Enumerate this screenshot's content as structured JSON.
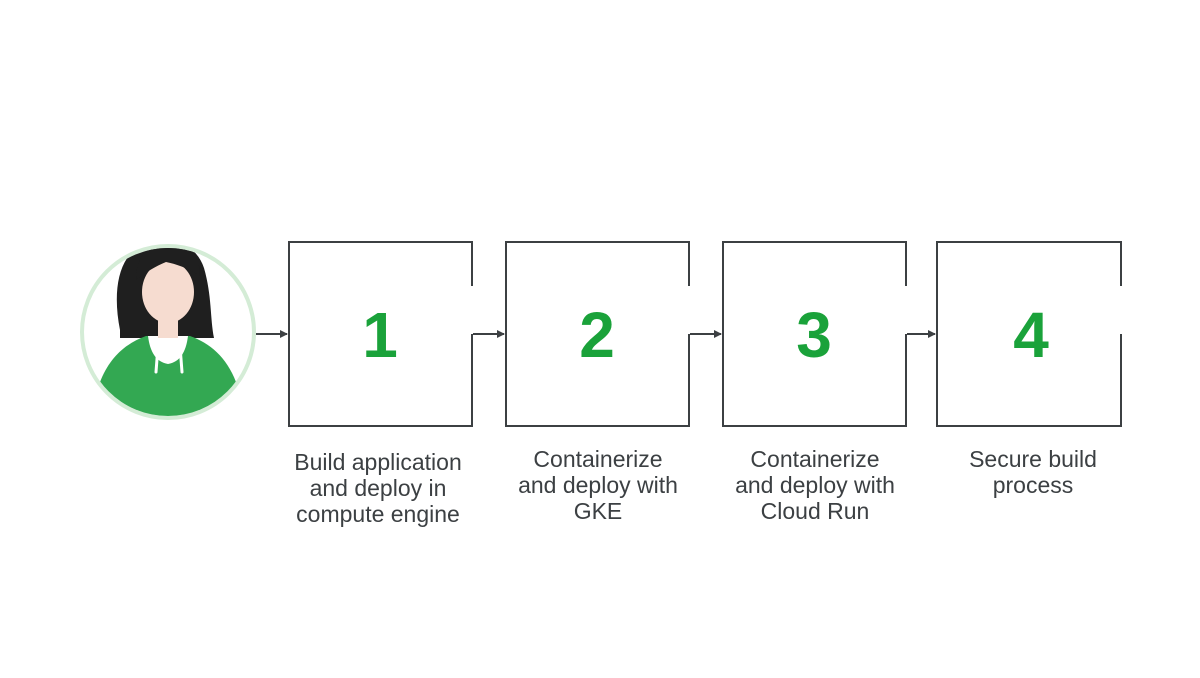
{
  "colors": {
    "accent_green": "#1aa23a",
    "stroke": "#3c4043",
    "avatar_ring": "#d4ecd6",
    "hoodie": "#33a852",
    "hair": "#1f1f1f",
    "skin": "#f6dcd0"
  },
  "persona": {
    "icon": "person-avatar-icon"
  },
  "steps": [
    {
      "number": "1",
      "caption": "Build application\nand deploy in\ncompute engine"
    },
    {
      "number": "2",
      "caption": "Containerize\nand deploy with\nGKE"
    },
    {
      "number": "3",
      "caption": "Containerize\nand deploy with\nCloud Run"
    },
    {
      "number": "4",
      "caption": "Secure build\nprocess"
    }
  ]
}
